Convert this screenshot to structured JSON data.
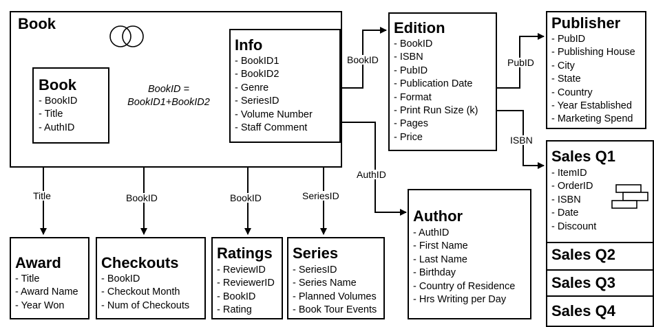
{
  "book_outer": {
    "title": "Book"
  },
  "book_inner": {
    "title": "Book",
    "fields": [
      "- BookID",
      "- Title",
      "- AuthID"
    ]
  },
  "formula": {
    "line1": "BookID =",
    "line2": "BookID1+BookID2"
  },
  "info": {
    "title": "Info",
    "fields": [
      "- BookID1",
      "- BookID2",
      "- Genre",
      "- SeriesID",
      "- Volume Number",
      "- Staff Comment"
    ]
  },
  "edition": {
    "title": "Edition",
    "fields": [
      "- BookID",
      "- ISBN",
      "- PubID",
      "- Publication Date",
      "- Format",
      "- Print Run Size (k)",
      "- Pages",
      "- Price"
    ]
  },
  "publisher": {
    "title": "Publisher",
    "fields": [
      "- PubID",
      "- Publishing House",
      "- City",
      "- State",
      "- Country",
      "- Year Established",
      "- Marketing Spend"
    ]
  },
  "sales_q1": {
    "title": "Sales Q1",
    "fields": [
      "- ItemID",
      "- OrderID",
      "- ISBN",
      "- Date",
      "- Discount"
    ]
  },
  "sales_q2": {
    "title": "Sales Q2"
  },
  "sales_q3": {
    "title": "Sales Q3"
  },
  "sales_q4": {
    "title": "Sales Q4"
  },
  "author": {
    "title": "Author",
    "fields": [
      "- AuthID",
      "- First Name",
      "- Last Name",
      "- Birthday",
      "- Country of Residence",
      "- Hrs Writing per Day"
    ]
  },
  "award": {
    "title": "Award",
    "fields": [
      "- Title",
      "- Award Name",
      "- Year Won"
    ]
  },
  "checkouts": {
    "title": "Checkouts",
    "fields": [
      "- BookID",
      "- Checkout Month",
      "- Num of Checkouts"
    ]
  },
  "ratings": {
    "title": "Ratings",
    "fields": [
      "- ReviewID",
      "- ReviewerID",
      "- BookID",
      "- Rating"
    ]
  },
  "series": {
    "title": "Series",
    "fields": [
      "- SeriesID",
      "- Series Name",
      "- Planned Volumes",
      "- Book Tour Events"
    ]
  },
  "connectors": {
    "book_edition": "BookID",
    "edition_publisher": "PubID",
    "edition_sales": "ISBN",
    "book_author": "AuthID",
    "book_award": "Title",
    "book_checkouts": "BookID",
    "book_ratings": "BookID",
    "book_series": "SeriesID"
  },
  "icons": {
    "merge": "intersect-icon",
    "partition": "partition-icon"
  }
}
